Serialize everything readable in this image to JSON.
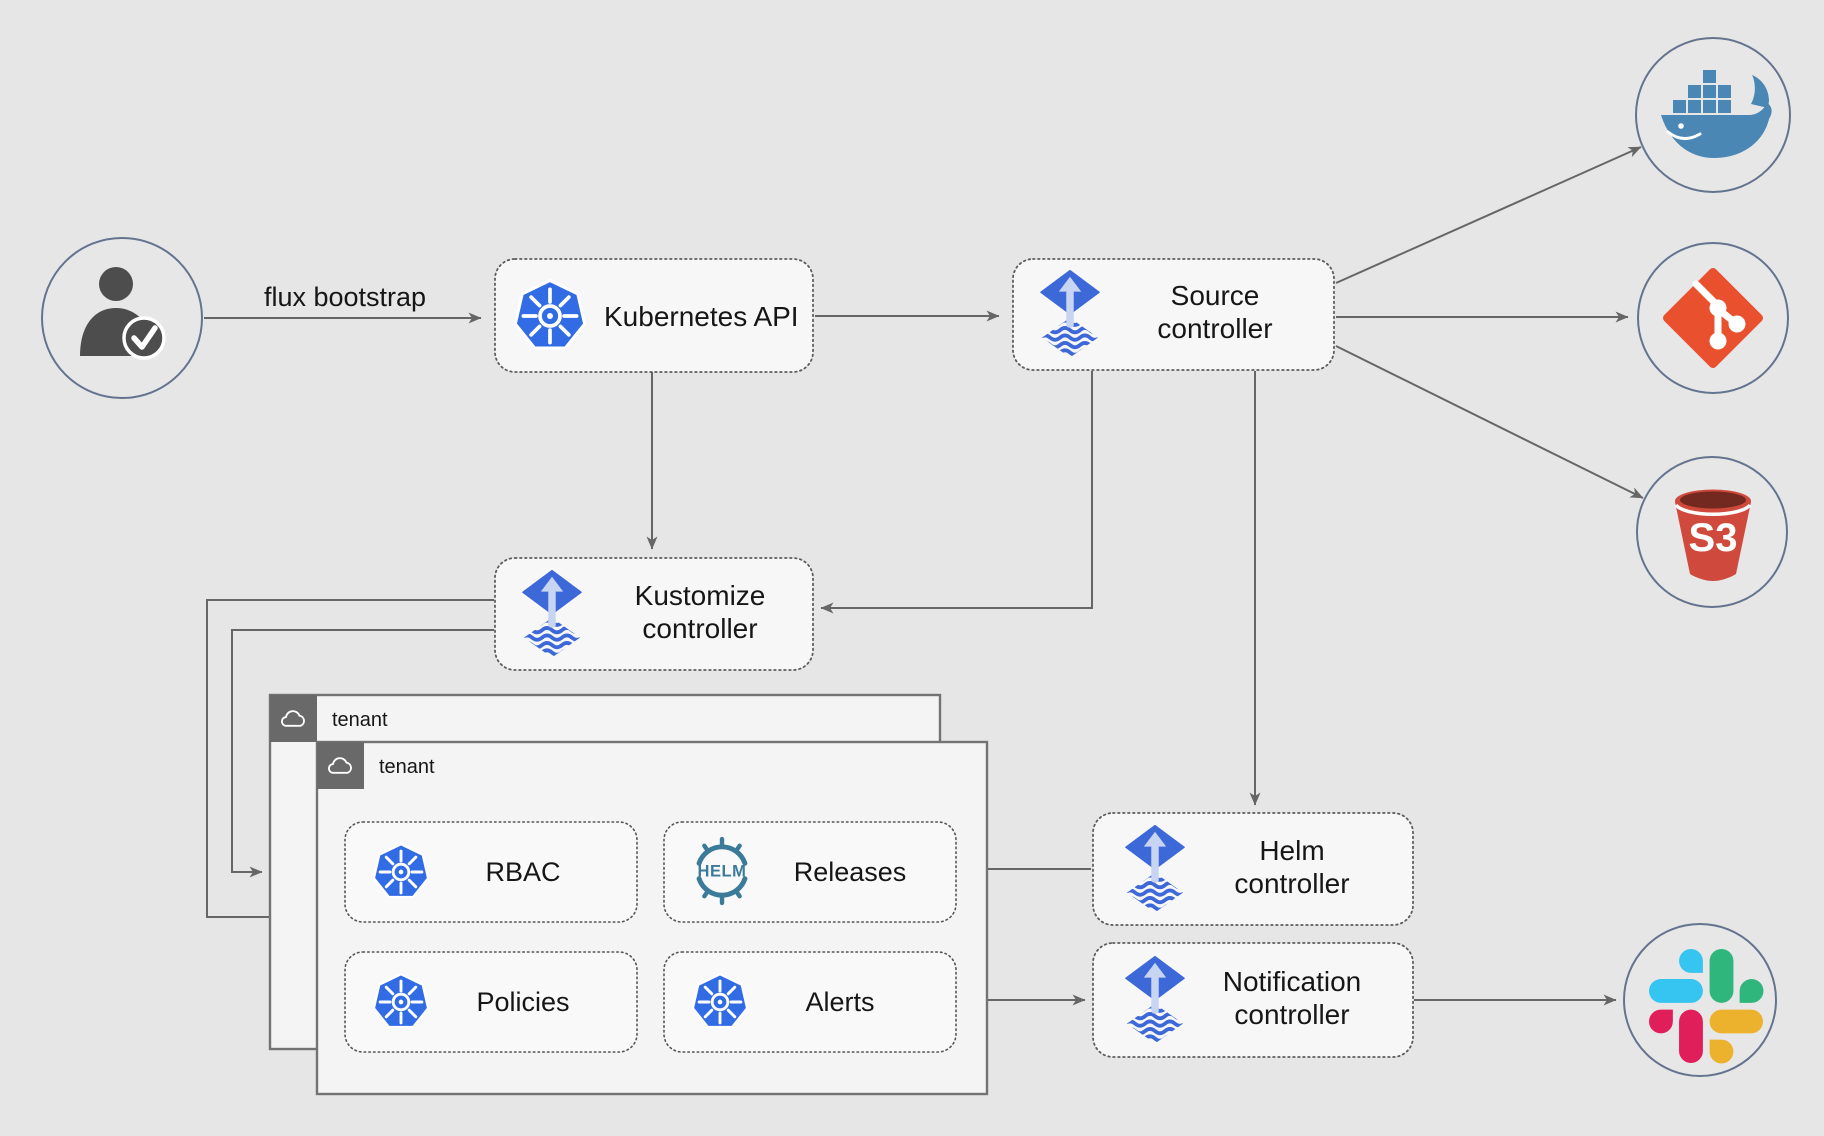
{
  "diagram": {
    "title": "Flux GitOps architecture diagram",
    "labels": {
      "flux_bootstrap": "flux bootstrap",
      "kubernetes_api": "Kubernetes API",
      "source_controller_line1": "Source",
      "source_controller_line2": "controller",
      "kustomize_controller_line1": "Kustomize",
      "kustomize_controller_line2": "controller",
      "helm_controller_line1": "Helm",
      "helm_controller_line2": "controller",
      "notification_controller_line1": "Notification",
      "notification_controller_line2": "controller",
      "tenant_outer": "tenant",
      "tenant_inner": "tenant",
      "rbac": "RBAC",
      "releases": "Releases",
      "policies": "Policies",
      "alerts": "Alerts",
      "helm_wordmark": "HELM",
      "s3_wordmark": "S3"
    },
    "icons": {
      "user": "person-check-icon",
      "kubernetes": "kubernetes-wheel-icon",
      "flux": "flux-arrow-waves-icon",
      "helm": "helm-wheel-icon",
      "docker": "docker-whale-icon",
      "git": "git-branch-icon",
      "s3": "s3-bucket-icon",
      "slack": "slack-icon",
      "cloud": "cloud-icon"
    },
    "colors": {
      "background": "#e6e6e6",
      "box_fill": "#f7f7f7",
      "dotted_border": "#5c5c5c",
      "edge": "#666666",
      "circle_border": "#64748f",
      "kubernetes_blue": "#326ce5",
      "flux_blue": "#3d68d8",
      "flux_light": "#c7d5f3",
      "helm_teal": "#3c7a99",
      "docker_blue": "#4a87b5",
      "git_orange": "#e8502e",
      "s3_red": "#cf4a3c",
      "s3_dark": "#73291f",
      "slack_blue": "#36c5f0",
      "slack_green": "#2eb67d",
      "slack_red": "#e01e5a",
      "slack_yellow": "#ecb22e",
      "tenant_border": "#737373",
      "tenant_tab": "#696969",
      "person_gray": "#4d4d4d"
    }
  }
}
